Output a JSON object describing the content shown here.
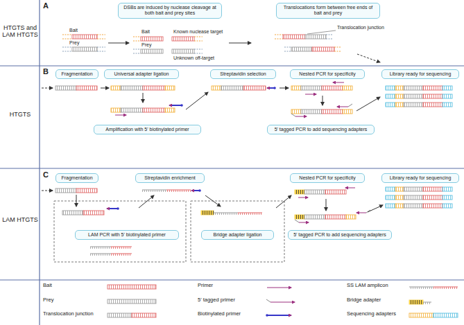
{
  "diagram": {
    "nodes": [
      {
        "text": [
          "DSBs are induced by nuclease cleavage at both bait and prey sites"
        ]
      },
      {
        "text": [
          "Translocations form between free ends of bait and prey"
        ]
      },
      {
        "text": [
          "Fragmentation"
        ]
      },
      {
        "text": [
          "Universal adapter ligation"
        ]
      },
      {
        "text": [
          "Streptavidin selection"
        ]
      },
      {
        "text": [
          "Nested PCR for specificity"
        ]
      },
      {
        "text": [
          "Library ready for sequencing"
        ]
      },
      {
        "text": [
          "Amplification with 5' biotinylated primer"
        ]
      },
      {
        "text": [
          "5' tagged PCR to add sequencing adapters"
        ]
      },
      {
        "text": [
          "Fragmentation"
        ]
      },
      {
        "text": [
          "Streptavidin enrichment"
        ]
      },
      {
        "text": [
          "Nested PCR for specificity"
        ]
      },
      {
        "text": [
          "Library ready for sequencing"
        ]
      },
      {
        "text": [
          "LAM PCR with 5' biotinylated primer"
        ]
      },
      {
        "text": [
          "Bridge adapter ligation"
        ]
      },
      {
        "text": [
          "5' tagged PCR to add sequencing adapters"
        ]
      }
    ],
    "labels": [
      "A",
      "B",
      "C",
      "HTGTS and LAM HTGTS",
      "HTGTS",
      "LAM HTGTS",
      "Bait",
      "Prey",
      "Bait",
      "Known nuclease target",
      "Prey",
      "Unknown off-target",
      "Translocation junction"
    ],
    "legend": [
      {
        "text": "Bait"
      },
      {
        "text": "Prey"
      },
      {
        "text": "Translocation junction"
      },
      {
        "text": "Primer"
      },
      {
        "text": "5' tagged primer"
      },
      {
        "text": "Biotinylated primer"
      },
      {
        "text": "SS LAM amplicon"
      },
      {
        "text": "Bridge adapter"
      },
      {
        "text": "Sequencing adapters"
      }
    ]
  }
}
